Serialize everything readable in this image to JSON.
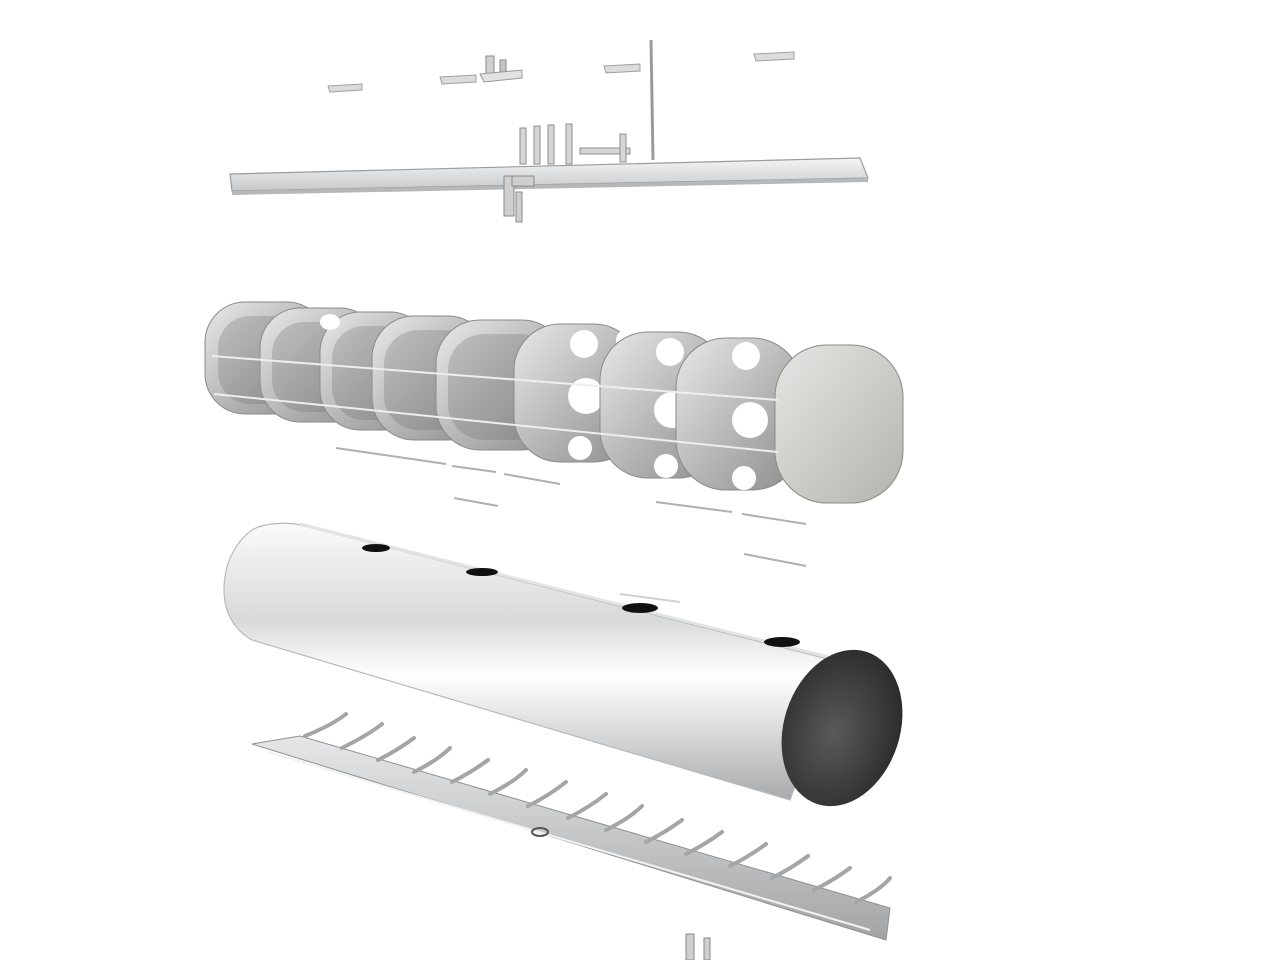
{
  "image": {
    "subject": "exploded-view-fuselage-assembly",
    "background_color": "#ffffff",
    "parts": [
      {
        "name": "top-deck-plate-with-fittings"
      },
      {
        "name": "frame-bulkheads"
      },
      {
        "name": "stringers"
      },
      {
        "name": "fuselage-skin-shell"
      },
      {
        "name": "bottom-keel-ribs"
      }
    ],
    "colors": {
      "metal_light": "#eef0f1",
      "metal_mid": "#c9cbcc",
      "metal_dark": "#8f8f8f",
      "cavity_dark": "#3a3a3a",
      "hole": "#111111"
    }
  }
}
